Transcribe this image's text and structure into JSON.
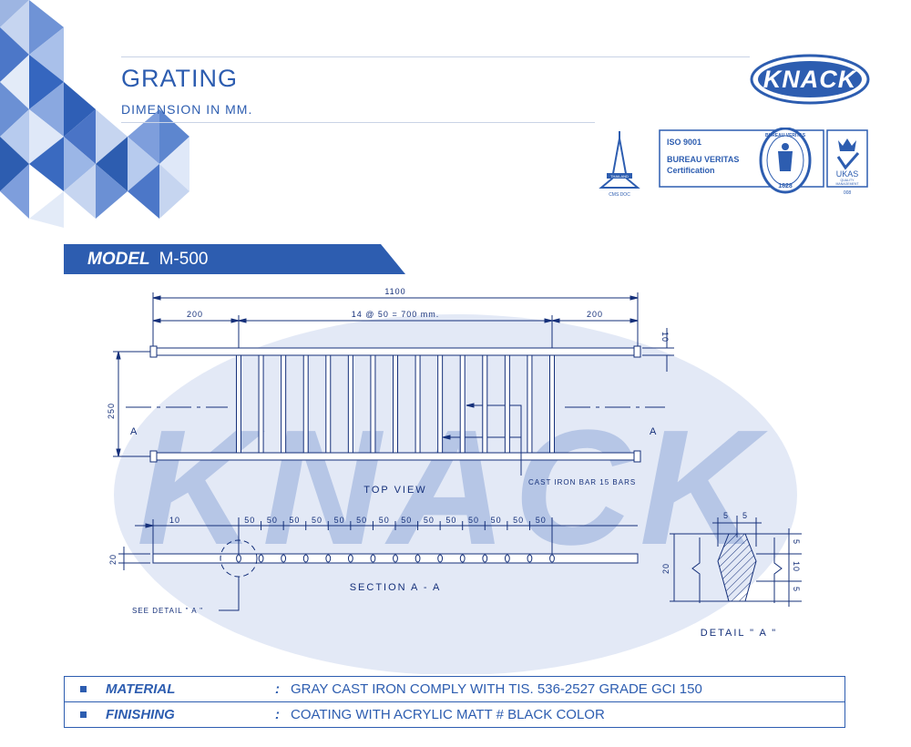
{
  "header": {
    "title": "GRATING",
    "subtitle": "DIMENSION IN MM.",
    "brand": "KNACK"
  },
  "certifications": {
    "thailand_label": "THAILAND",
    "thailand_code": "CMS DOC",
    "iso_line1": "ISO 9001",
    "iso_line2": "BUREAU VERITAS",
    "iso_line3": "Certification",
    "bv_ring": "BUREAU VERITAS",
    "bv_year": "1828",
    "ukas_name": "UKAS",
    "ukas_sub1": "QUALITY",
    "ukas_sub2": "MANAGEMENT",
    "ukas_code": "008"
  },
  "model": {
    "label": "MODEL",
    "value": "M-500"
  },
  "drawing": {
    "watermark": "KNACK",
    "top_view": {
      "overall": "1100",
      "left": "200",
      "middle": "14 @ 50 = 700 mm.",
      "right": "200",
      "flange": "10",
      "height": "250",
      "section_mark_left": "A",
      "section_mark_right": "A",
      "bar_note": "CAST IRON BAR 15 BARS",
      "caption": "TOP VIEW",
      "bar_count": 15
    },
    "section": {
      "end_gap": "10",
      "pitch_labels": [
        "50",
        "50",
        "50",
        "50",
        "50",
        "50",
        "50",
        "50",
        "50",
        "50",
        "50",
        "50",
        "50",
        "50"
      ],
      "thickness": "20",
      "detail_ref": "SEE DETAIL \" A \"",
      "caption": "SECTION  A - A"
    },
    "detail": {
      "top_left": "5",
      "top_right": "5",
      "height": "20",
      "right_top": "5",
      "right_mid": "10",
      "right_bottom": "5",
      "caption": "DETAIL \" A \""
    }
  },
  "specs": [
    {
      "label": "MATERIAL",
      "colon": ":",
      "value": "GRAY CAST IRON COMPLY WITH TIS. 536-2527 GRADE GCI 150"
    },
    {
      "label": "FINISHING",
      "colon": ":",
      "value": "COATING WITH ACRYLIC MATT # BLACK COLOR"
    }
  ],
  "colors": {
    "brand_blue": "#2d5db0",
    "dark_navy": "#15307a",
    "light_tint": "#e3e9f6"
  }
}
